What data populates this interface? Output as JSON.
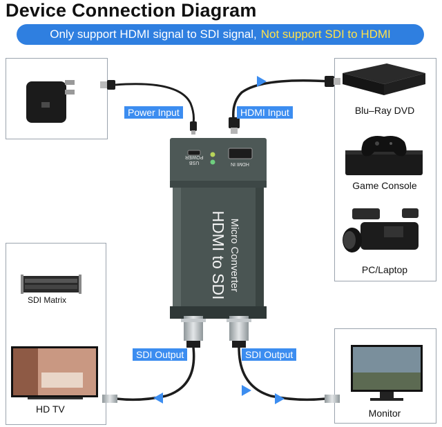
{
  "title": "Device Connection Diagram",
  "banner": {
    "text": "Only support HDMI signal to SDI signal,",
    "highlight": "Not support SDI to HDMI"
  },
  "tags": {
    "power_input": "Power Input",
    "hdmi_input": "HDMI Input",
    "sdi_output_left": "SDI Output",
    "sdi_output_right": "SDI Output"
  },
  "sources": {
    "bluray": "Blu–Ray DVD",
    "game_console": "Game Console",
    "pc_laptop": "PC/Laptop"
  },
  "outputs": {
    "sdi_matrix": "SDI Matrix",
    "hd_tv": "HD TV",
    "monitor": "Monitor"
  },
  "device": {
    "name_line1": "Micro Converter",
    "name_line2": "HDMI to SDI",
    "usb_label": "USB",
    "power_label": "POWER",
    "hdmi_in_label": "HDMI IN"
  },
  "colors": {
    "accent": "#3c8df0",
    "highlight": "#ffe24a",
    "device": "#4a5553",
    "arrow": "#3c8df0"
  }
}
